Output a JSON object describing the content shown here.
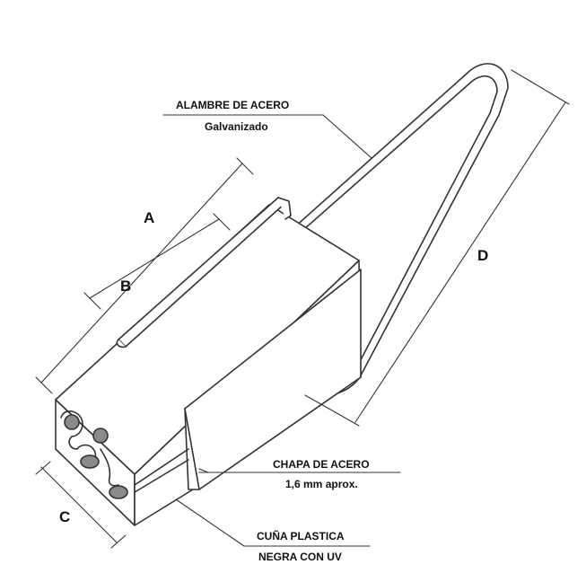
{
  "labels": {
    "wire_line1": "ALAMBRE DE ACERO",
    "wire_line2": "Galvanizado",
    "plate_line1": "CHAPA DE ACERO",
    "plate_line2": "1,6 mm aprox.",
    "wedge_line1": "CUÑA PLASTICA",
    "wedge_line2": "NEGRA CON UV",
    "dim_a": "A",
    "dim_b": "B",
    "dim_c": "C",
    "dim_d": "D"
  },
  "colors": {
    "line": "#333333",
    "wedge_fill": "#8a8a8a",
    "background": "#ffffff"
  }
}
